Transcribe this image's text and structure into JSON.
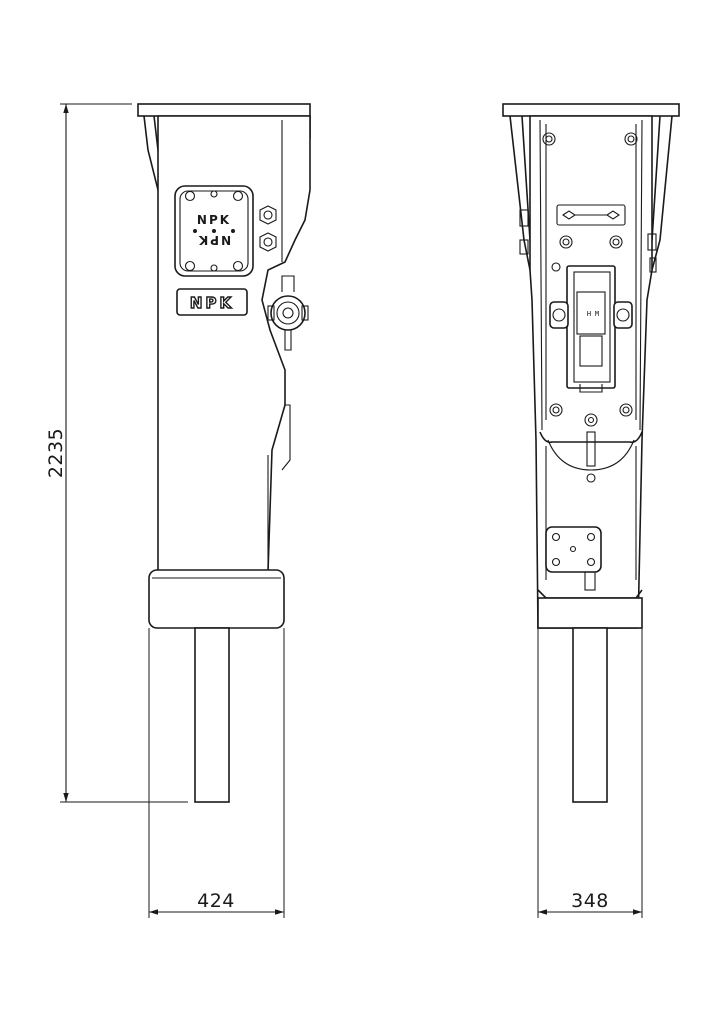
{
  "dimensions": {
    "height": "2235",
    "side_width": "424",
    "front_width": "348"
  },
  "branding": {
    "logo_text": "NPK",
    "plate_text": "NPK"
  }
}
